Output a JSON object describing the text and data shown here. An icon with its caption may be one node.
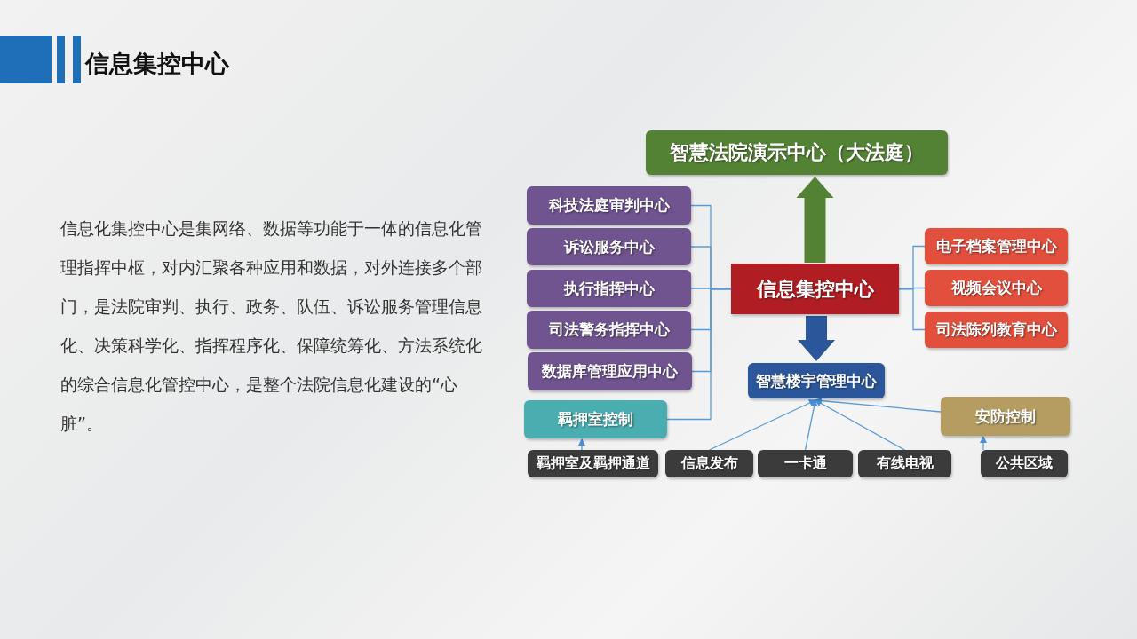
{
  "diagram": {
    "title": "信息集控中心",
    "nodes": [
      {
        "text": [
          "智慧法院演示中心（大法庭）"
        ]
      },
      {
        "text": [
          "信息集控中心"
        ]
      },
      {
        "text": [
          "科技法庭审判中心"
        ]
      },
      {
        "text": [
          "诉讼服务中心"
        ]
      },
      {
        "text": [
          "执行指挥中心"
        ]
      },
      {
        "text": [
          "司法警务指挥中心"
        ]
      },
      {
        "text": [
          "数据库管理应用中心"
        ]
      },
      {
        "text": [
          "羁押室控制"
        ]
      },
      {
        "text": [
          "电子档案管理中心"
        ]
      },
      {
        "text": [
          "视频会议中心"
        ]
      },
      {
        "text": [
          "司法陈列教育中心"
        ]
      },
      {
        "text": [
          "智慧楼宇管理中心"
        ]
      },
      {
        "text": [
          "安防控制"
        ]
      },
      {
        "text": [
          "羁押室及羁押通道"
        ]
      },
      {
        "text": [
          "信息发布"
        ]
      },
      {
        "text": [
          "一卡通"
        ]
      },
      {
        "text": [
          "有线电视"
        ]
      },
      {
        "text": [
          "公共区域"
        ]
      }
    ],
    "edges": [
      {
        "from": 1,
        "to": 0,
        "arrow": "to",
        "style": "thick",
        "color": "#548235"
      },
      {
        "from": 1,
        "to": 11,
        "arrow": "to",
        "style": "thick",
        "color": "#2b579a"
      },
      {
        "from": 1,
        "to": 2,
        "arrow": "none"
      },
      {
        "from": 1,
        "to": 3,
        "arrow": "none"
      },
      {
        "from": 1,
        "to": 4,
        "arrow": "none"
      },
      {
        "from": 1,
        "to": 5,
        "arrow": "none"
      },
      {
        "from": 1,
        "to": 6,
        "arrow": "none"
      },
      {
        "from": 1,
        "to": 7,
        "arrow": "none"
      },
      {
        "from": 1,
        "to": 8,
        "arrow": "none"
      },
      {
        "from": 1,
        "to": 9,
        "arrow": "none"
      },
      {
        "from": 1,
        "to": 10,
        "arrow": "none"
      },
      {
        "from": 14,
        "to": 11,
        "arrow": "to"
      },
      {
        "from": 15,
        "to": 11,
        "arrow": "to"
      },
      {
        "from": 16,
        "to": 11,
        "arrow": "to"
      },
      {
        "from": 12,
        "to": 11,
        "arrow": "to"
      },
      {
        "from": 13,
        "to": 7,
        "arrow": "to"
      },
      {
        "from": 17,
        "to": 12,
        "arrow": "to"
      }
    ],
    "labels": [
      "信息化集控中心是集网络、数据等功能于一体的信息化管理指挥中枢，对内汇聚各种应用和数据，对外连接多个部门，是法院审判、执行、政务、队伍、诉讼服务管理信息化、决策科学化、指挥程序化、保障统筹化、方法系统化的综合信息化管控中心，是整个法院信息化建设的“心脏”。"
    ]
  }
}
